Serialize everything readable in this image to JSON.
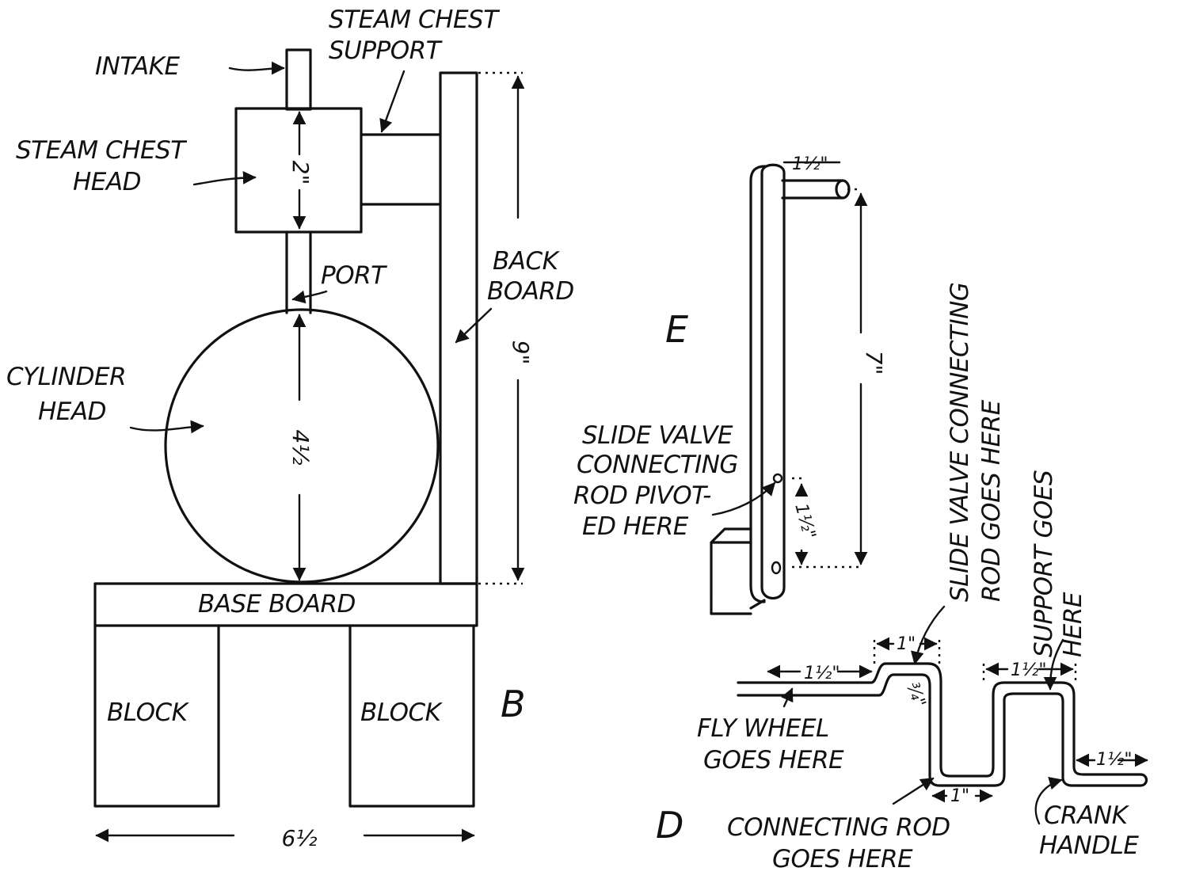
{
  "figure_b": {
    "letter": "B",
    "labels": {
      "intake": "INTAKE",
      "steam_chest_support_1": "STEAM CHEST",
      "steam_chest_support_2": "SUPPORT",
      "steam_chest_head_1": "STEAM CHEST",
      "steam_chest_head_2": "HEAD",
      "port": "PORT",
      "back_board_1": "BACK",
      "back_board_2": "BOARD",
      "cylinder_head_1": "CYLINDER",
      "cylinder_head_2": "HEAD",
      "base_board": "BASE BOARD",
      "block_left": "BLOCK",
      "block_right": "BLOCK"
    },
    "dimensions": {
      "steam_chest_height": "2\"",
      "cylinder_diameter": "4½",
      "back_board_height": "9\"",
      "base_width": "6½"
    }
  },
  "figure_e": {
    "letter": "E",
    "labels": {
      "pivot_1": "SLIDE VALVE",
      "pivot_2": "CONNECTING",
      "pivot_3": "ROD PIVOT-",
      "pivot_4": "ED HERE"
    },
    "dimensions": {
      "arm_length": "1½\"",
      "lever_length": "7\"",
      "pivot_offset": "1½\""
    }
  },
  "figure_d": {
    "letter": "D",
    "labels": {
      "slide_valve_1": "SLIDE VALVE CONNECTING",
      "slide_valve_2": "ROD GOES HERE",
      "support_1": "SUPPORT GOES",
      "support_2": "HERE",
      "fly_wheel_1": "FLY WHEEL",
      "fly_wheel_2": "GOES HERE",
      "connecting_rod_1": "CONNECTING ROD",
      "connecting_rod_2": "GOES HERE",
      "crank_handle_1": "CRANK",
      "crank_handle_2": "HANDLE"
    },
    "dimensions": {
      "left_shaft": "1½\"",
      "offset_crank": "1\"",
      "offset_small": "¾\"",
      "crank_throw": "1\"",
      "support_span": "1½\"",
      "handle_end": "1½\""
    }
  }
}
